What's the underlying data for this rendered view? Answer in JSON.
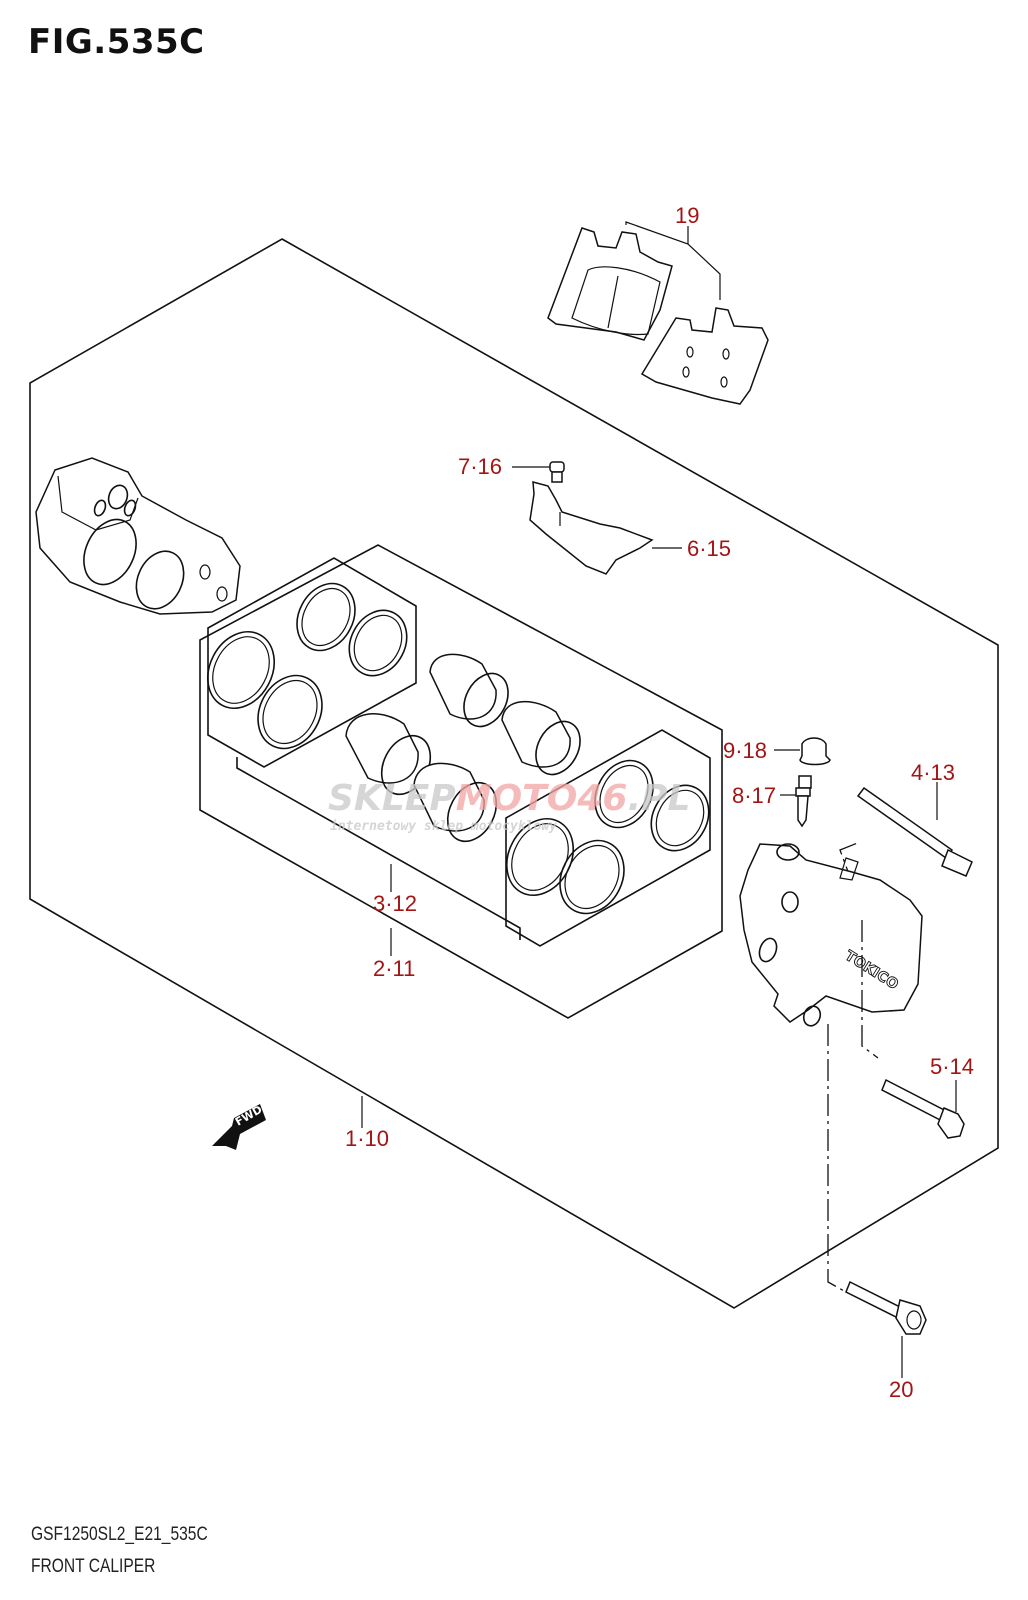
{
  "figure": {
    "title": "FIG.535C",
    "model_code": "GSF1250SL2_E21_535C",
    "name": "FRONT CALIPER"
  },
  "label_color": "#a31515",
  "callouts": [
    {
      "id": "c19",
      "text": "19"
    },
    {
      "id": "c7-16",
      "text": "7·16"
    },
    {
      "id": "c6-15",
      "text": "6·15"
    },
    {
      "id": "c9-18",
      "text": "9·18"
    },
    {
      "id": "c8-17",
      "text": "8·17"
    },
    {
      "id": "c4-13",
      "text": "4·13"
    },
    {
      "id": "c3-12",
      "text": "3·12"
    },
    {
      "id": "c2-11",
      "text": "2·11"
    },
    {
      "id": "c5-14",
      "text": "5·14"
    },
    {
      "id": "c1-10",
      "text": "1·10"
    },
    {
      "id": "c20",
      "text": "20"
    }
  ],
  "caliper_brand": "TOKICO",
  "direction_marker": "FWD",
  "watermark": {
    "main_gray": "SKLEP",
    "main_red": "MOTO",
    "main_num": "46",
    "main_tld": ".PL",
    "tagline": "internetowy sklep motocyklowy"
  }
}
